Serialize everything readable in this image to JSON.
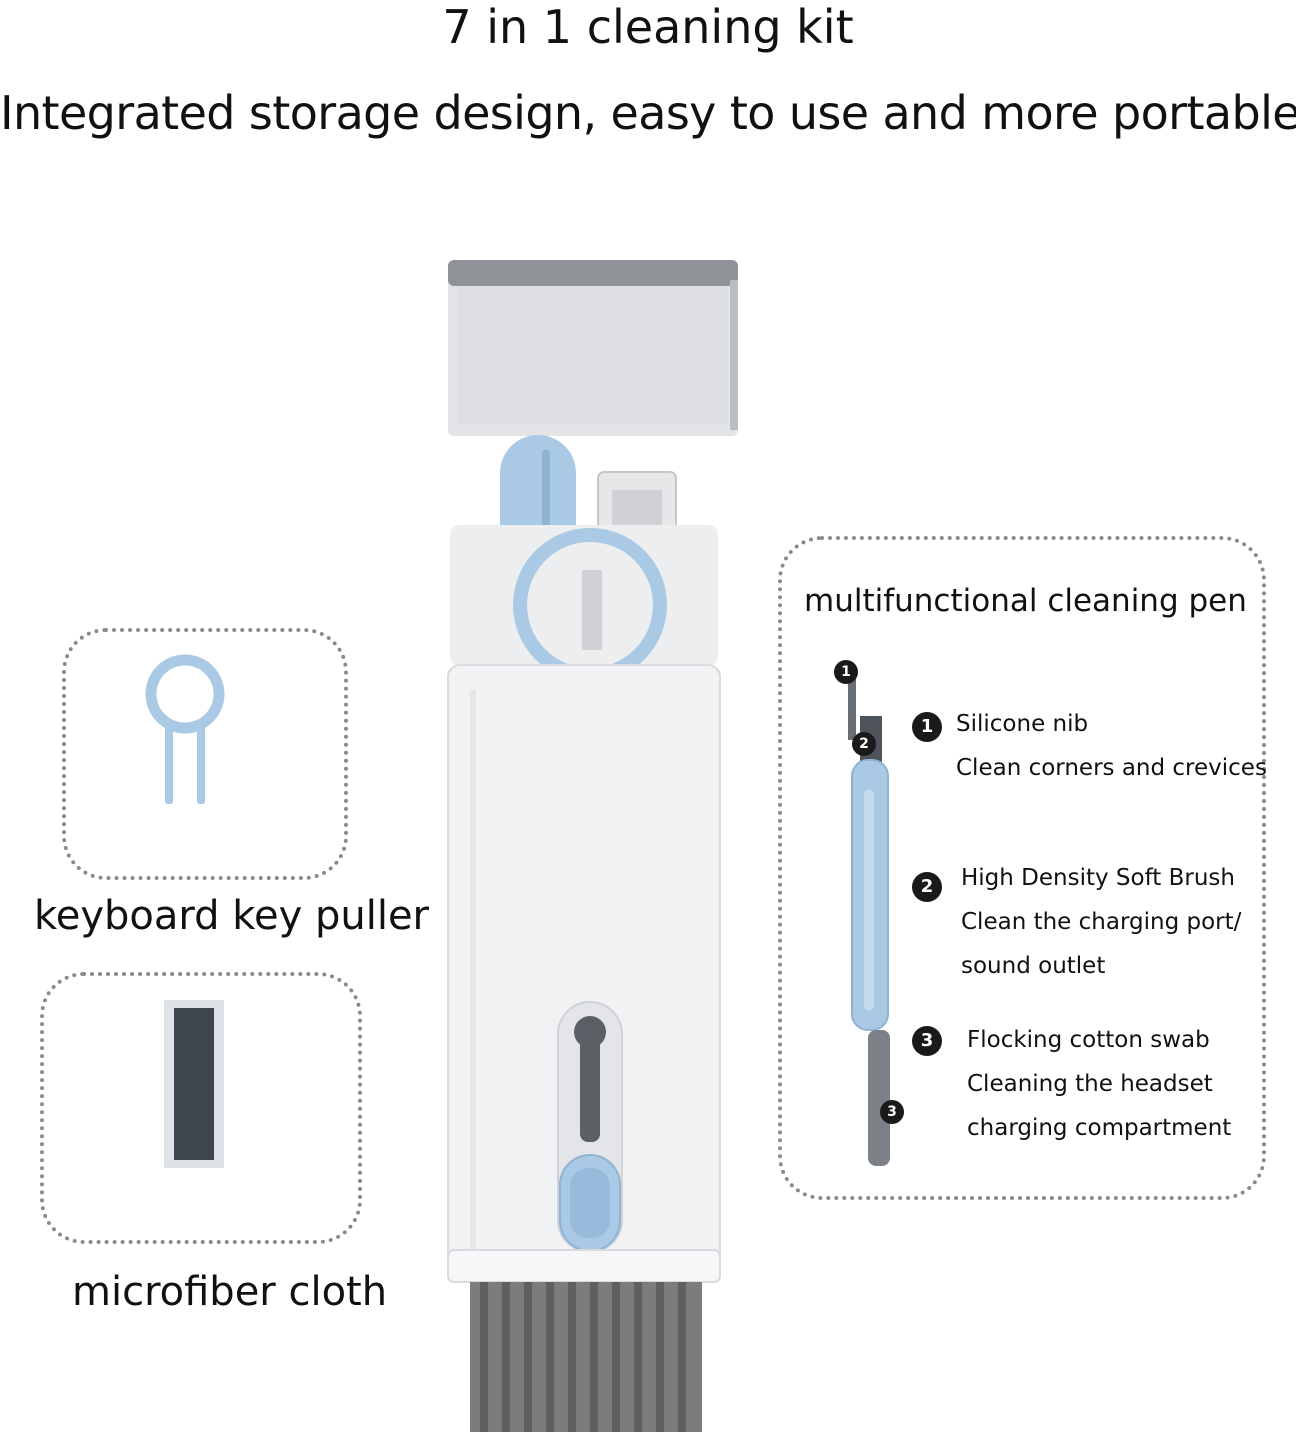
{
  "header": {
    "title": "7 in 1 cleaning kit",
    "subtitle": "Integrated storage design, easy to use and more portable"
  },
  "left_panel": {
    "key_puller_label": "keyboard key puller",
    "cloth_label": "microfiber cloth"
  },
  "pen_panel": {
    "title": "multifunctional cleaning pen",
    "features": [
      {
        "number": "1",
        "name": "Silicone nib",
        "desc": [
          "Clean corners and crevices"
        ]
      },
      {
        "number": "2",
        "name": "High Density Soft Brush",
        "desc": [
          "Clean the charging port/",
          "sound outlet"
        ]
      },
      {
        "number": "3",
        "name": "Flocking cotton swab",
        "desc": [
          "Cleaning the headset",
          "charging compartment"
        ]
      }
    ]
  },
  "colors": {
    "accent_blue": "#a9c9e4",
    "body_white": "#f1f2f4",
    "bristle_gray": "#6e6e6e"
  }
}
